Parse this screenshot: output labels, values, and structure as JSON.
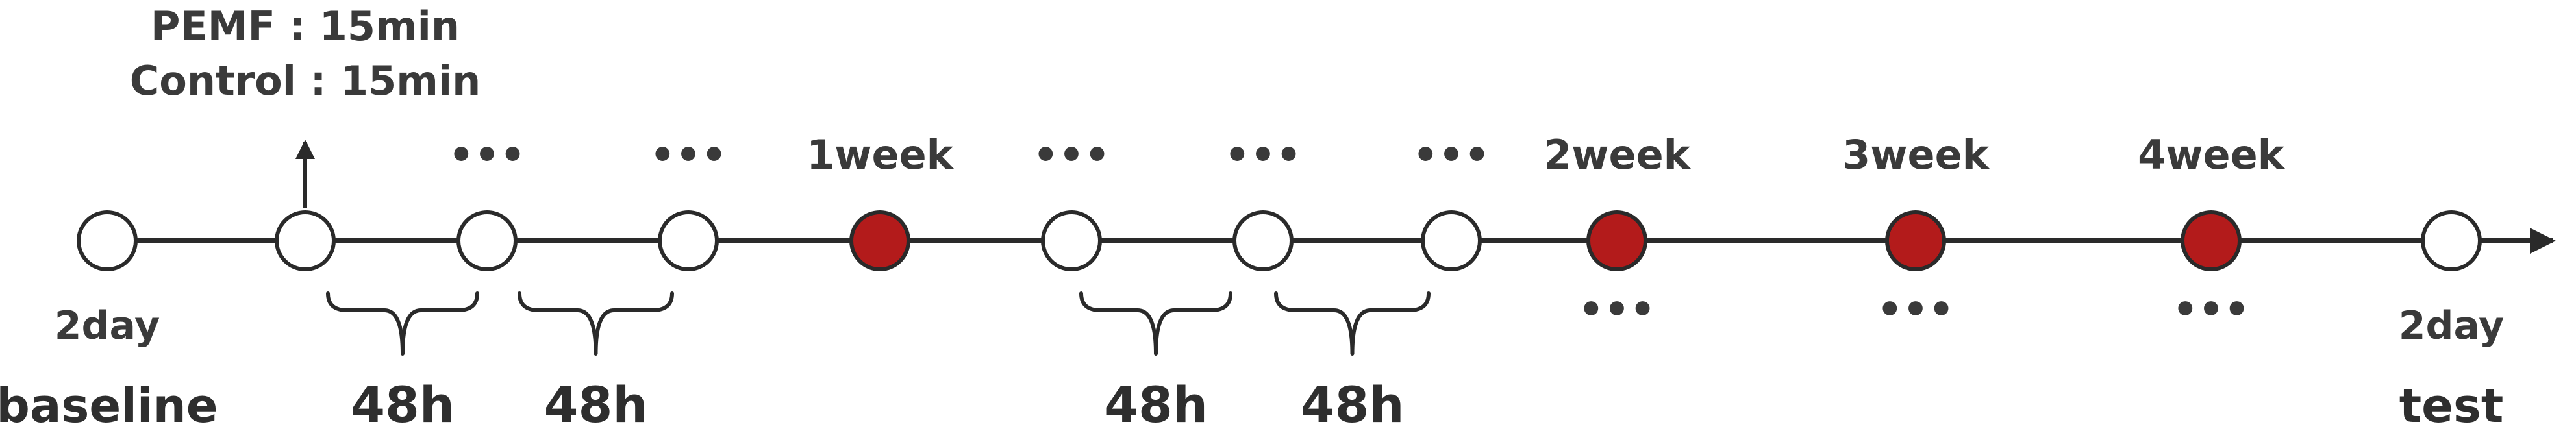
{
  "session_note": {
    "line1": "PEMF : 15min",
    "line2": "Control : 15min"
  },
  "colors": {
    "line": "#2a2a2a",
    "open_node_fill": "#ffffff",
    "key_node_fill": "#b31b1b"
  },
  "nodes": [
    {
      "type": "open"
    },
    {
      "type": "open",
      "arrow": true
    },
    {
      "type": "open",
      "above": "•••"
    },
    {
      "type": "open",
      "above": "•••"
    },
    {
      "type": "key",
      "above": "1week"
    },
    {
      "type": "open",
      "above": "•••"
    },
    {
      "type": "open",
      "above": "•••"
    },
    {
      "type": "open",
      "above": "•••"
    },
    {
      "type": "key",
      "above": "2week",
      "below": "•••"
    },
    {
      "type": "key",
      "above": "3week",
      "below": "•••"
    },
    {
      "type": "key",
      "above": "4week",
      "below": "•••"
    },
    {
      "type": "open"
    }
  ],
  "start": {
    "duration": "2day",
    "label": "baseline"
  },
  "end": {
    "duration": "2day",
    "label": "test"
  },
  "intervals": [
    "48h",
    "48h",
    "48h",
    "48h"
  ]
}
